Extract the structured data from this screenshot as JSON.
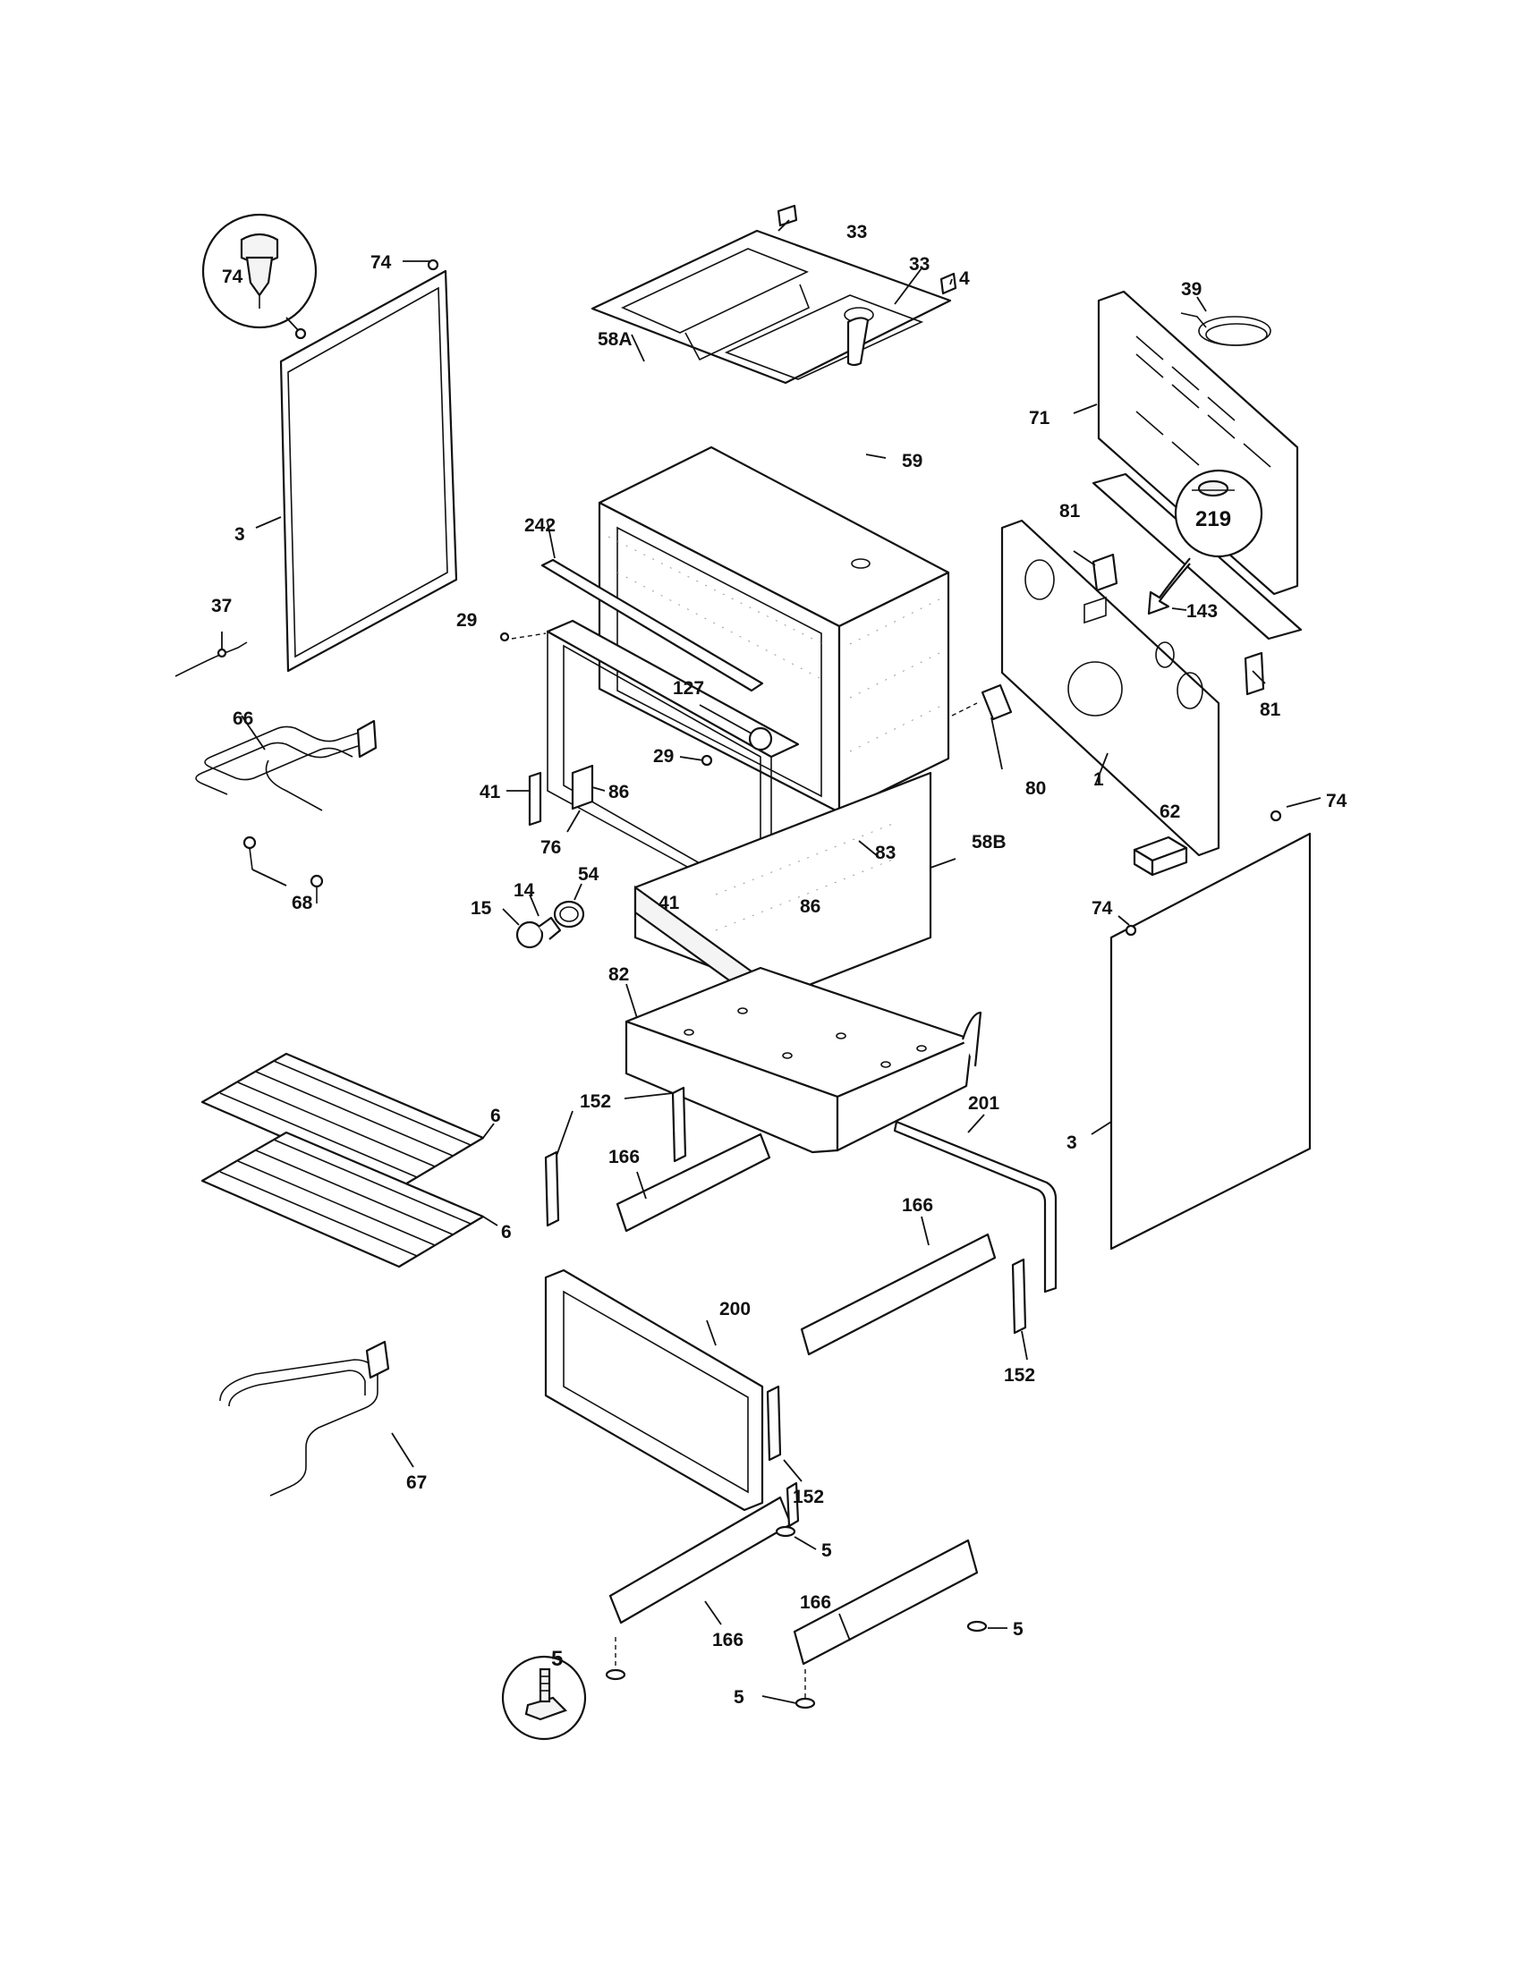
{
  "callouts": [
    {
      "id": "c74a",
      "text": "74"
    },
    {
      "id": "c74b",
      "text": "74"
    },
    {
      "id": "c3a",
      "text": "3"
    },
    {
      "id": "c37",
      "text": "37"
    },
    {
      "id": "c66",
      "text": "66"
    },
    {
      "id": "c68",
      "text": "68"
    },
    {
      "id": "c33a",
      "text": "33"
    },
    {
      "id": "c33b",
      "text": "33"
    },
    {
      "id": "c4",
      "text": "4"
    },
    {
      "id": "c39",
      "text": "39"
    },
    {
      "id": "c71",
      "text": "71"
    },
    {
      "id": "c58a",
      "text": "58A"
    },
    {
      "id": "c59",
      "text": "59"
    },
    {
      "id": "c242",
      "text": "242"
    },
    {
      "id": "c81a",
      "text": "81"
    },
    {
      "id": "c219",
      "text": "219"
    },
    {
      "id": "c143",
      "text": "143"
    },
    {
      "id": "c81b",
      "text": "81"
    },
    {
      "id": "c29a",
      "text": "29"
    },
    {
      "id": "c127",
      "text": "127"
    },
    {
      "id": "c29b",
      "text": "29"
    },
    {
      "id": "c41a",
      "text": "41"
    },
    {
      "id": "c86a",
      "text": "86"
    },
    {
      "id": "c76",
      "text": "76"
    },
    {
      "id": "c83",
      "text": "83"
    },
    {
      "id": "c80",
      "text": "80"
    },
    {
      "id": "c1",
      "text": "1"
    },
    {
      "id": "c58b",
      "text": "58B"
    },
    {
      "id": "c62",
      "text": "62"
    },
    {
      "id": "c74c",
      "text": "74"
    },
    {
      "id": "c74d",
      "text": "74"
    },
    {
      "id": "c15",
      "text": "15"
    },
    {
      "id": "c14",
      "text": "14"
    },
    {
      "id": "c54",
      "text": "54"
    },
    {
      "id": "c41b",
      "text": "41"
    },
    {
      "id": "c86b",
      "text": "86"
    },
    {
      "id": "c82",
      "text": "82"
    },
    {
      "id": "c6a",
      "text": "6"
    },
    {
      "id": "c6b",
      "text": "6"
    },
    {
      "id": "c152a",
      "text": "152"
    },
    {
      "id": "c166a",
      "text": "166"
    },
    {
      "id": "c201",
      "text": "201"
    },
    {
      "id": "c3b",
      "text": "3"
    },
    {
      "id": "c166b",
      "text": "166"
    },
    {
      "id": "c152b",
      "text": "152"
    },
    {
      "id": "c200",
      "text": "200"
    },
    {
      "id": "c152c",
      "text": "152"
    },
    {
      "id": "c67",
      "text": "67"
    },
    {
      "id": "c5a",
      "text": "5"
    },
    {
      "id": "c166c",
      "text": "166"
    },
    {
      "id": "c166d",
      "text": "166"
    },
    {
      "id": "c5b",
      "text": "5"
    },
    {
      "id": "c5c",
      "text": "5"
    },
    {
      "id": "c5d",
      "text": "5"
    }
  ]
}
